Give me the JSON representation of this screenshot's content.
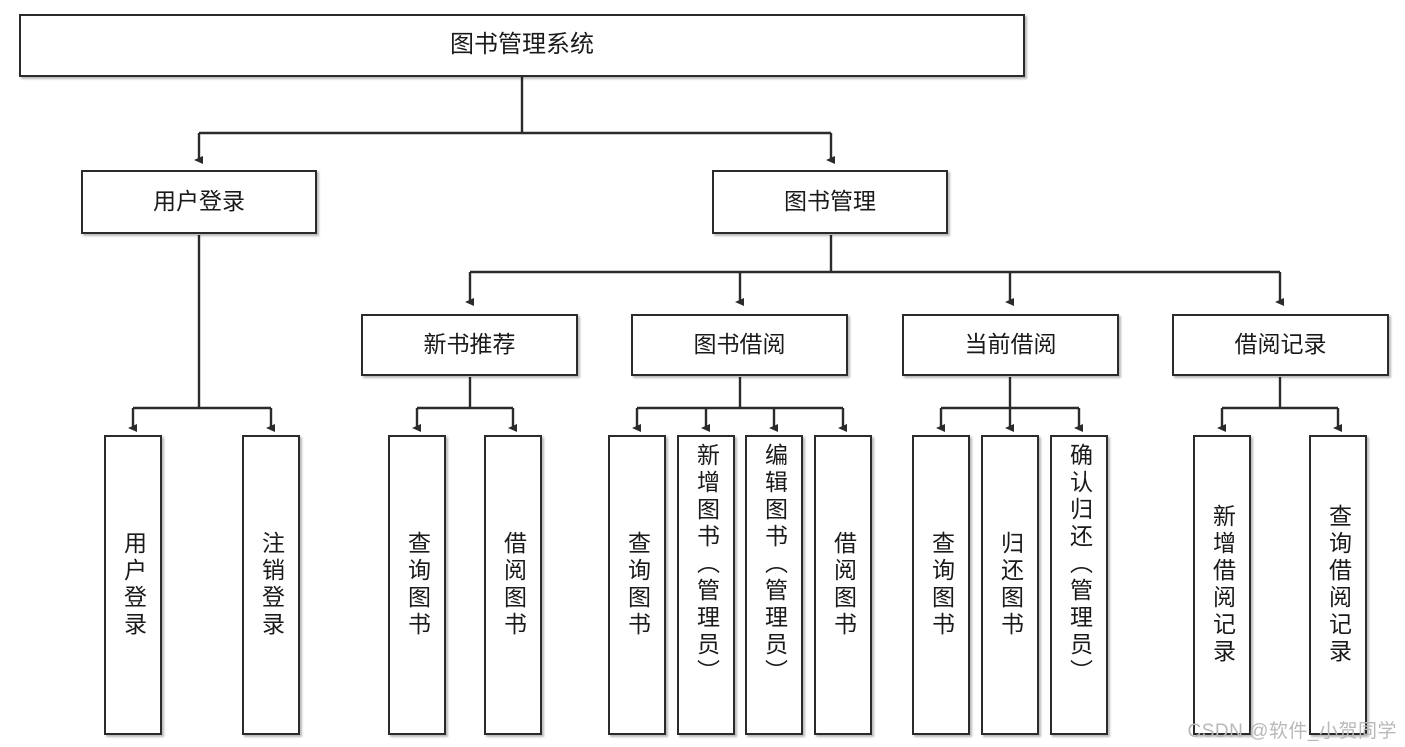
{
  "diagram": {
    "title": "图书管理系统",
    "type": "tree",
    "colors": {
      "border": "#2b2b2b",
      "fill": "#ffffff",
      "text": "#1a1a1a",
      "edge": "#2b2b2b",
      "watermark": "#b9b9b9"
    }
  },
  "nodes": {
    "root": {
      "label": "图书管理系统"
    },
    "level2": [
      {
        "label": "用户登录"
      },
      {
        "label": "图书管理"
      }
    ],
    "level3": [
      {
        "label": "新书推荐"
      },
      {
        "label": "图书借阅"
      },
      {
        "label": "当前借阅"
      },
      {
        "label": "借阅记录"
      }
    ],
    "leaves": {
      "user_login": [
        {
          "label": "用户登录"
        },
        {
          "label": "注销登录"
        }
      ],
      "new_book": [
        {
          "label": "查询图书"
        },
        {
          "label": "借阅图书"
        }
      ],
      "book_borrow": [
        {
          "label": "查询图书"
        },
        {
          "label": "新增图书（管理员）"
        },
        {
          "label": "编辑图书（管理员）"
        },
        {
          "label": "借阅图书"
        }
      ],
      "current_borrow": [
        {
          "label": "查询图书"
        },
        {
          "label": "归还图书"
        },
        {
          "label": "确认归还（管理员）"
        }
      ],
      "borrow_record": [
        {
          "label": "新增借阅记录"
        },
        {
          "label": "查询借阅记录"
        }
      ]
    }
  },
  "watermark": {
    "text": "CSDN @软件_小贺同学"
  }
}
